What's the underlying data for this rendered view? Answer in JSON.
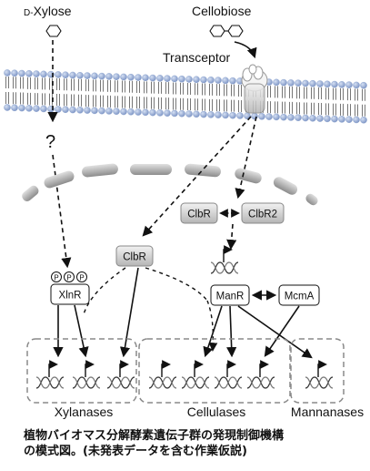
{
  "inputs": {
    "xylose": "D-Xylose",
    "cellobiose": "Cellobiose",
    "transceptor": "Transceptor"
  },
  "unknown_signal": "?",
  "factors": {
    "xlnr": "XlnR",
    "clbr_cyto": "ClbR",
    "clbr_nucleus": "ClbR",
    "clbr2": "ClbR2",
    "manr": "ManR",
    "mcma": "McmA",
    "phospho": [
      "P",
      "P",
      "P"
    ]
  },
  "gene_groups": {
    "xylanases": "Xylanases",
    "cellulases": "Cellulases",
    "mannanases": "Mannanases"
  },
  "caption": {
    "line1": "植物バイオマス分解酵素遺伝子群の発現制御機構",
    "line2": "の模式図。(未発表データを含む作業仮説)"
  },
  "colors": {
    "membrane_head": "#8fa6cf",
    "box_gray": "#cfcfcf",
    "stroke": "#111111",
    "dashed_frame": "#8a8a8a"
  }
}
